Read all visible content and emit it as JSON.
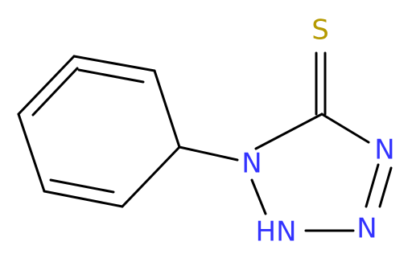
{
  "molecule": {
    "atoms": {
      "sulfur": {
        "label": "S",
        "color": "#b59a00"
      },
      "n1": {
        "label": "N",
        "color": "#3333ff"
      },
      "n2": {
        "label": "HN",
        "color": "#3333ff"
      },
      "n3": {
        "label": "N",
        "color": "#3333ff"
      },
      "n4": {
        "label": "N",
        "color": "#3333ff"
      }
    }
  }
}
